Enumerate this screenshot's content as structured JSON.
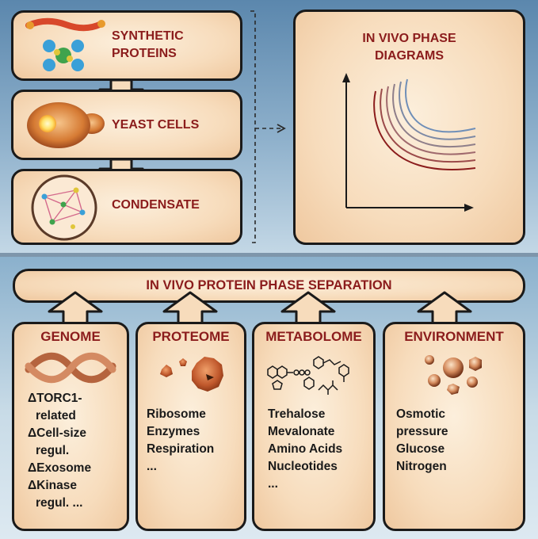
{
  "top": {
    "synthetic_label": [
      "SYNTHETIC",
      "PROTEINS"
    ],
    "yeast_label": "YEAST CELLS",
    "condensate_label": "CONDENSATE",
    "diagram_title": [
      "IN VIVO PHASE",
      "DIAGRAMS"
    ]
  },
  "bottom": {
    "banner": "IN VIVO PROTEIN PHASE SEPARATION",
    "columns": [
      {
        "title": "GENOME",
        "items": [
          "ΔTORC1-",
          "related",
          "ΔCell-size",
          "regul.",
          "ΔExosome",
          "ΔKinase",
          "regul. ..."
        ]
      },
      {
        "title": "PROTEOME",
        "items": [
          "Ribosome",
          "Enzymes",
          "Respiration",
          "..."
        ]
      },
      {
        "title": "METABOLOME",
        "items": [
          "Trehalose",
          "Mevalonate",
          "Amino Acids",
          "Nucleotides",
          "..."
        ]
      },
      {
        "title": "ENVIRONMENT",
        "items": [
          "Osmotic",
          "pressure",
          "Glucose",
          "Nitrogen"
        ]
      }
    ]
  },
  "colors": {
    "accent_red": "#8b1c1c",
    "box_fill": "#f7dcbc",
    "outline": "#1a1a1a",
    "curve_red": "#8b1c1c",
    "curve_blue": "#6f8fb8"
  }
}
